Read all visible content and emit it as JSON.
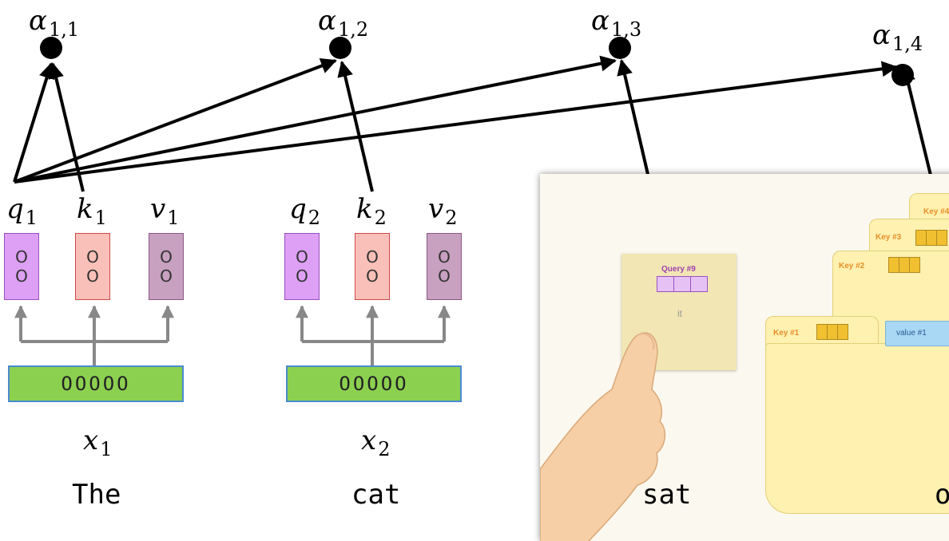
{
  "alphas": [
    {
      "sym": "α",
      "sub": "1,1"
    },
    {
      "sym": "α",
      "sub": "1,2"
    },
    {
      "sym": "α",
      "sub": "1,3"
    },
    {
      "sym": "α",
      "sub": "1,4"
    }
  ],
  "tokens": [
    {
      "q": "q",
      "k": "k",
      "v": "v",
      "idx": "1",
      "x": "x",
      "word": "The",
      "vec_rows": [
        "O",
        "O"
      ],
      "embedding": "OOOOO"
    },
    {
      "q": "q",
      "k": "k",
      "v": "v",
      "idx": "2",
      "x": "x",
      "word": "cat",
      "vec_rows": [
        "O",
        "O"
      ],
      "embedding": "OOOOO"
    }
  ],
  "panel": {
    "query_label": "Query #9",
    "query_word": "it",
    "keys": [
      "Key #1",
      "Key #2",
      "Key #3",
      "Key #4"
    ],
    "value_label": "value #1",
    "word_sat": "sat",
    "word_partial": "o"
  },
  "colors": {
    "query": "#dda0f5",
    "key": "#f8c0b8",
    "value": "#c8a0c0",
    "embedding": "#8cd050",
    "arrow_gray": "#888888"
  }
}
